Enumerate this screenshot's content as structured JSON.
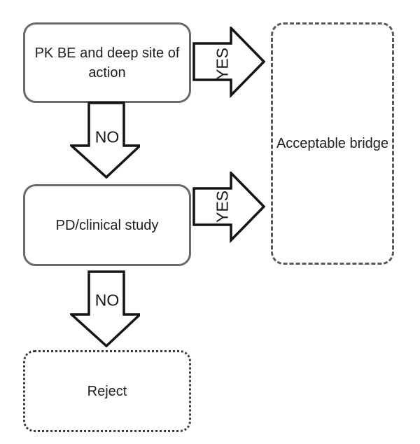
{
  "diagram": {
    "type": "flowchart",
    "nodes": [
      {
        "id": "pk-be",
        "label": "PK BE and deep site of action",
        "border_style": "solid-rounded"
      },
      {
        "id": "pd-clinical",
        "label": "PD/clinical study",
        "border_style": "solid-rounded"
      },
      {
        "id": "acceptable-bridge",
        "label": "Acceptable bridge",
        "border_style": "dashed-rounded"
      },
      {
        "id": "reject",
        "label": "Reject",
        "border_style": "dotted-rounded"
      }
    ],
    "edges": [
      {
        "from": "pk-be",
        "to": "acceptable-bridge",
        "label": "YES",
        "direction": "right"
      },
      {
        "from": "pk-be",
        "to": "pd-clinical",
        "label": "NO",
        "direction": "down"
      },
      {
        "from": "pd-clinical",
        "to": "acceptable-bridge",
        "label": "YES",
        "direction": "right"
      },
      {
        "from": "pd-clinical",
        "to": "reject",
        "label": "NO",
        "direction": "down"
      }
    ],
    "colors": {
      "background": "#ffffff",
      "solid_border": "#6a6a6a",
      "dashed_border": "#595959",
      "dotted_border": "#3a3a3a",
      "arrow_outline": "#141414",
      "arrow_fill": "#ffffff",
      "text": "#1d1d1d"
    }
  }
}
